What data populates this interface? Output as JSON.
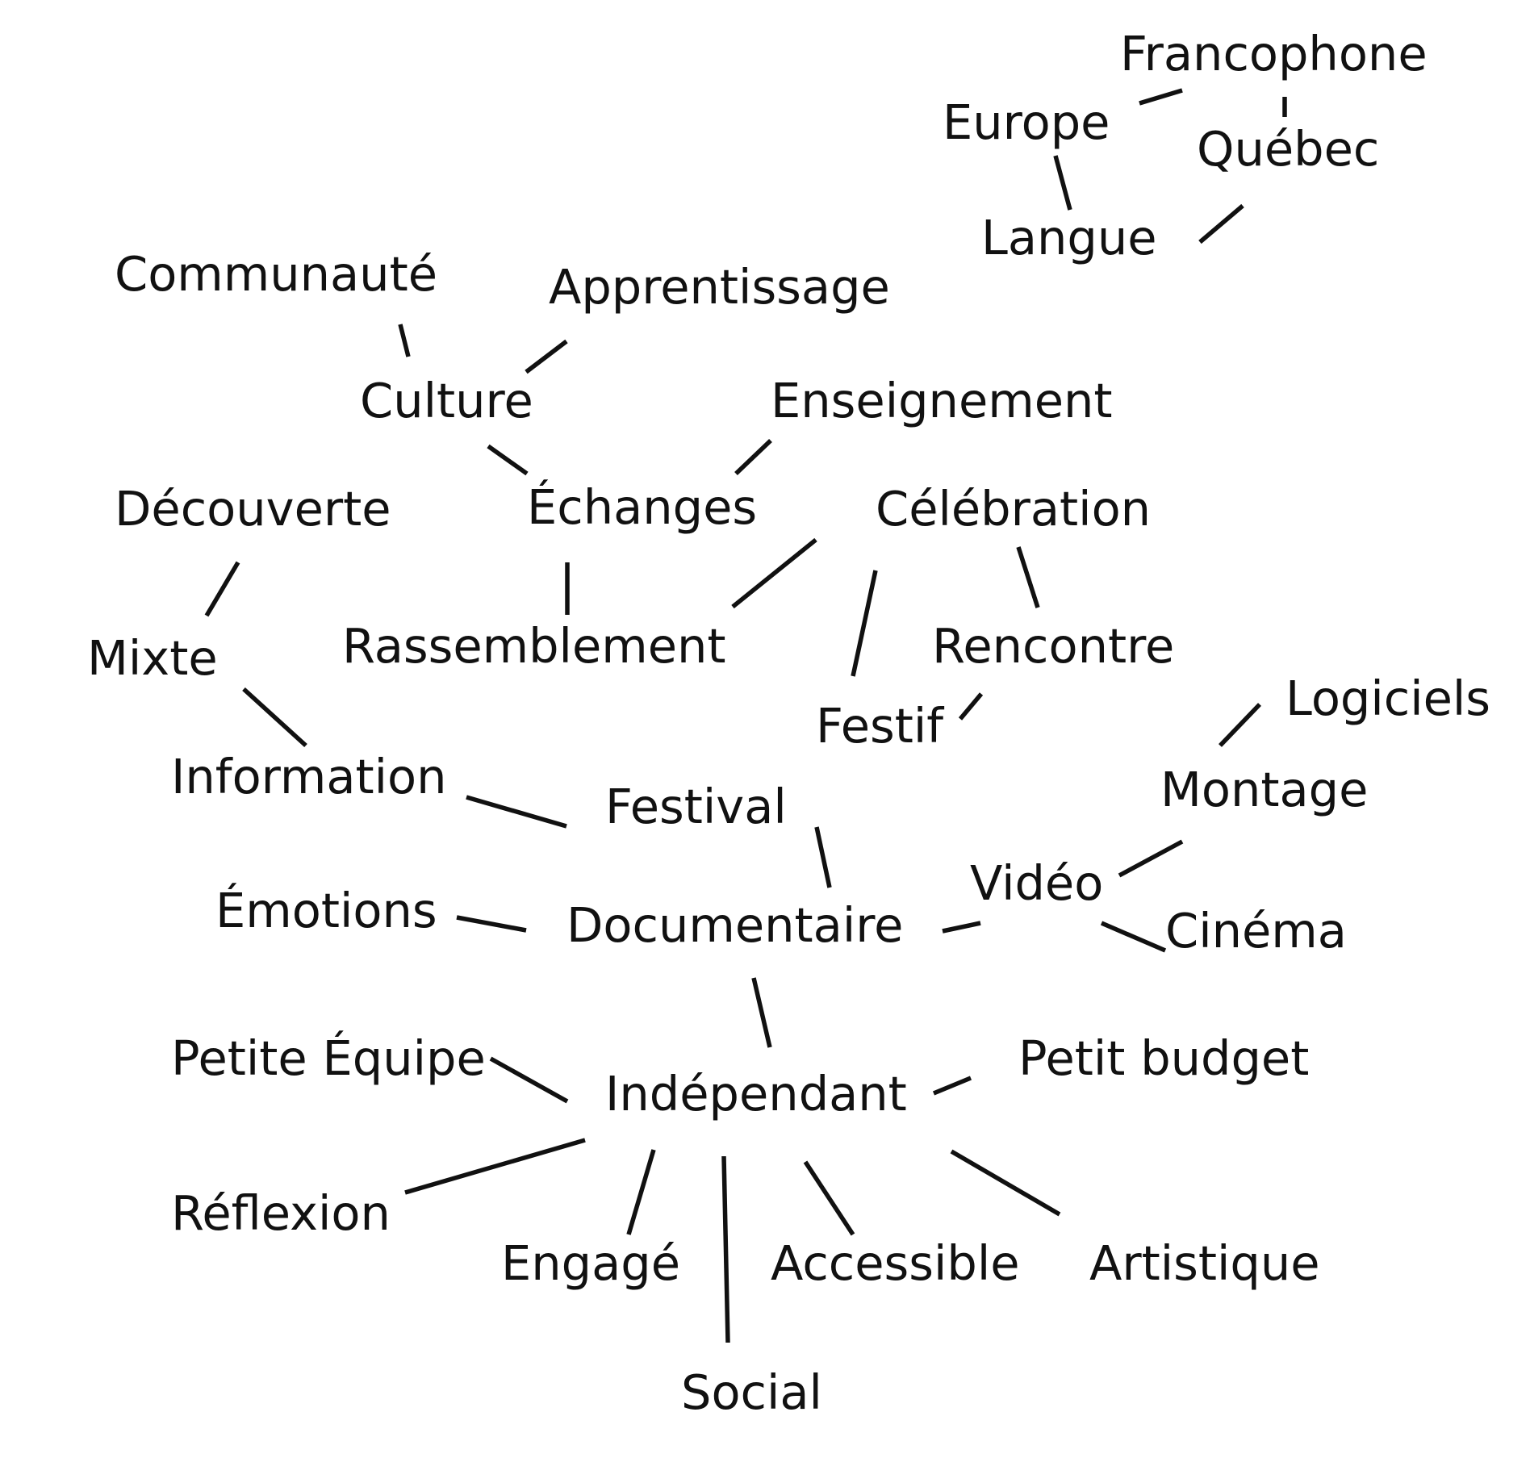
{
  "nodes": {
    "francophone": "Francophone",
    "europe": "Europe",
    "quebec": "Québec",
    "langue": "Langue",
    "communaute": "Communauté",
    "apprentissage": "Apprentissage",
    "culture": "Culture",
    "enseignement": "Enseignement",
    "decouverte": "Découverte",
    "echanges": "Échanges",
    "celebration": "Célébration",
    "mixte": "Mixte",
    "rassemblement": "Rassemblement",
    "rencontre": "Rencontre",
    "logiciels": "Logiciels",
    "festif": "Festif",
    "information": "Information",
    "montage": "Montage",
    "festival": "Festival",
    "video": "Vidéo",
    "emotions": "Émotions",
    "documentaire": "Documentaire",
    "cinema": "Cinéma",
    "petite_equipe": "Petite Équipe",
    "petit_budget": "Petit budget",
    "independant": "Indépendant",
    "reflexion": "Réflexion",
    "engage": "Engagé",
    "accessible": "Accessible",
    "artistique": "Artistique",
    "social": "Social"
  },
  "edges": [
    [
      "europe",
      "francophone"
    ],
    [
      "francophone",
      "quebec"
    ],
    [
      "europe",
      "langue"
    ],
    [
      "langue",
      "quebec"
    ],
    [
      "communaute",
      "culture"
    ],
    [
      "culture",
      "apprentissage"
    ],
    [
      "culture",
      "echanges"
    ],
    [
      "echanges",
      "enseignement"
    ],
    [
      "echanges",
      "rassemblement"
    ],
    [
      "rassemblement",
      "celebration"
    ],
    [
      "celebration",
      "festif"
    ],
    [
      "celebration",
      "rencontre"
    ],
    [
      "festif",
      "rencontre"
    ],
    [
      "decouverte",
      "mixte"
    ],
    [
      "mixte",
      "information"
    ],
    [
      "information",
      "festival"
    ],
    [
      "festival",
      "documentaire"
    ],
    [
      "emotions",
      "documentaire"
    ],
    [
      "documentaire",
      "video"
    ],
    [
      "video",
      "montage"
    ],
    [
      "montage",
      "logiciels"
    ],
    [
      "video",
      "cinema"
    ],
    [
      "documentaire",
      "independant"
    ],
    [
      "petite_equipe",
      "independant"
    ],
    [
      "independant",
      "petit_budget"
    ],
    [
      "independant",
      "reflexion"
    ],
    [
      "independant",
      "engage"
    ],
    [
      "independant",
      "social"
    ],
    [
      "independant",
      "accessible"
    ],
    [
      "independant",
      "artistique"
    ]
  ]
}
